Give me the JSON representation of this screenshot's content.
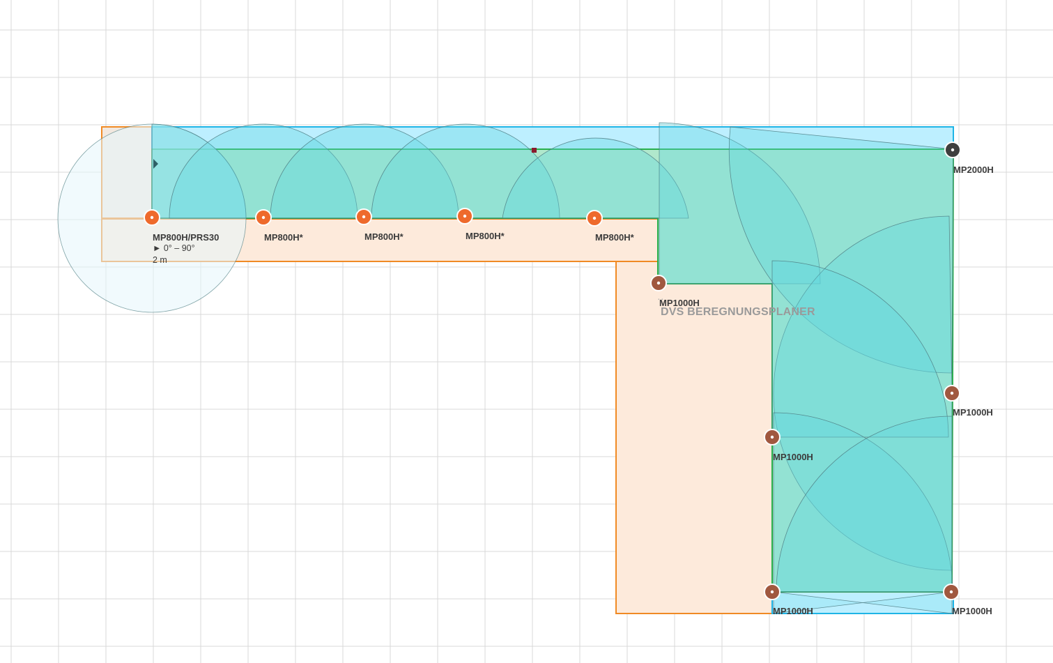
{
  "app": {
    "watermark": "DVS BEREGNUNGSPLANER"
  },
  "colors": {
    "grid": "#d9d9d9",
    "lawn_fill": "#b0e8cc",
    "lawn_stroke": "#28b04c",
    "sidewalk_fill": "#fdeadb",
    "sidewalk_stroke": "#f08a24",
    "strip_fill": "#bdefff",
    "strip_stroke": "#1fb4e6",
    "spray_fill": "#5fd6e0",
    "spray_stroke": "#4d7d82",
    "sprinkler_orange": "#ee6a2c",
    "sprinkler_brown": "#a0583f",
    "sprinkler_dark": "#3e3e3e"
  },
  "sprinklers": [
    {
      "id": "s1",
      "label": "MP800H/PRS30",
      "detail_angle": "► 0° – 90°",
      "detail_radius": "2 m",
      "color": "orange",
      "icon": "sprinkler-head-icon"
    },
    {
      "id": "s2",
      "label": "MP800H*",
      "color": "orange",
      "icon": "sprinkler-head-icon"
    },
    {
      "id": "s3",
      "label": "MP800H*",
      "color": "orange",
      "icon": "sprinkler-head-icon"
    },
    {
      "id": "s4",
      "label": "MP800H*",
      "color": "orange",
      "icon": "sprinkler-head-icon"
    },
    {
      "id": "s5",
      "label": "MP800H*",
      "color": "orange",
      "icon": "sprinkler-head-icon"
    },
    {
      "id": "s6",
      "label": "MP1000H",
      "color": "brown",
      "icon": "sprinkler-head-icon"
    },
    {
      "id": "s7",
      "label": "MP2000H",
      "color": "dark",
      "icon": "sprinkler-head-icon"
    },
    {
      "id": "s8",
      "label": "MP1000H",
      "color": "brown",
      "icon": "sprinkler-head-icon"
    },
    {
      "id": "s9",
      "label": "MP1000H",
      "color": "brown",
      "icon": "sprinkler-head-icon"
    },
    {
      "id": "s10",
      "label": "MP1000H",
      "color": "brown",
      "icon": "sprinkler-head-icon"
    },
    {
      "id": "s11",
      "label": "MP1000H",
      "color": "brown",
      "icon": "sprinkler-head-icon"
    }
  ]
}
